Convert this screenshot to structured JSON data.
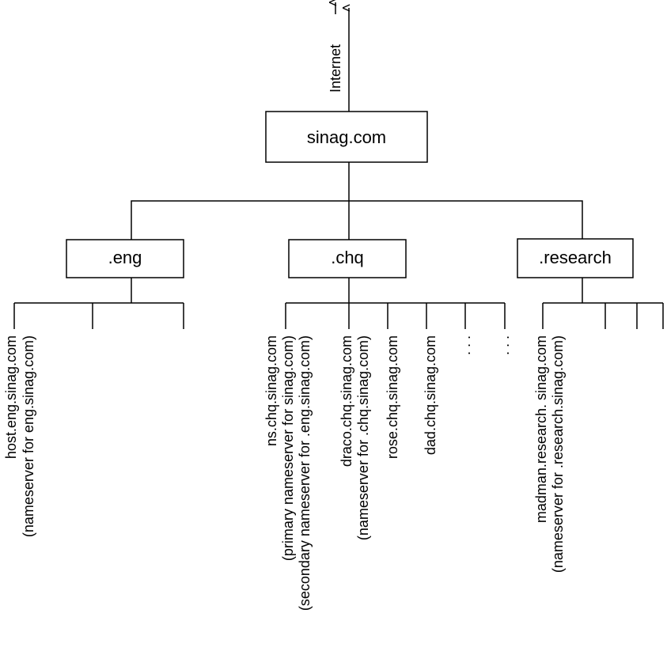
{
  "internet_label": "Internet",
  "root": {
    "label": "sinag.com"
  },
  "domains": [
    {
      "label": ".eng"
    },
    {
      "label": ".chq"
    },
    {
      "label": ".research"
    }
  ],
  "hosts": {
    "eng": [
      {
        "name": "host.eng.sinag.com",
        "note1": "(nameserver for eng.sinag.com)"
      }
    ],
    "chq": [
      {
        "name": "ns.chq.sinag.com",
        "note1": "(primary nameserver for sinag.com)",
        "note2": "(secondary nameserver for .eng.sinag.com)"
      },
      {
        "name": "draco.chq.sinag.com",
        "note1": "(nameserver for .chq.sinag.com)"
      },
      {
        "name": "rose.chq.sinag.com"
      },
      {
        "name": "dad.chq.sinag.com"
      },
      {
        "name": ". . ."
      },
      {
        "name": ". . ."
      }
    ],
    "research": [
      {
        "name": "madman.research. sinag.com",
        "note1": "(nameserver for .research.sinag.com)"
      }
    ]
  }
}
